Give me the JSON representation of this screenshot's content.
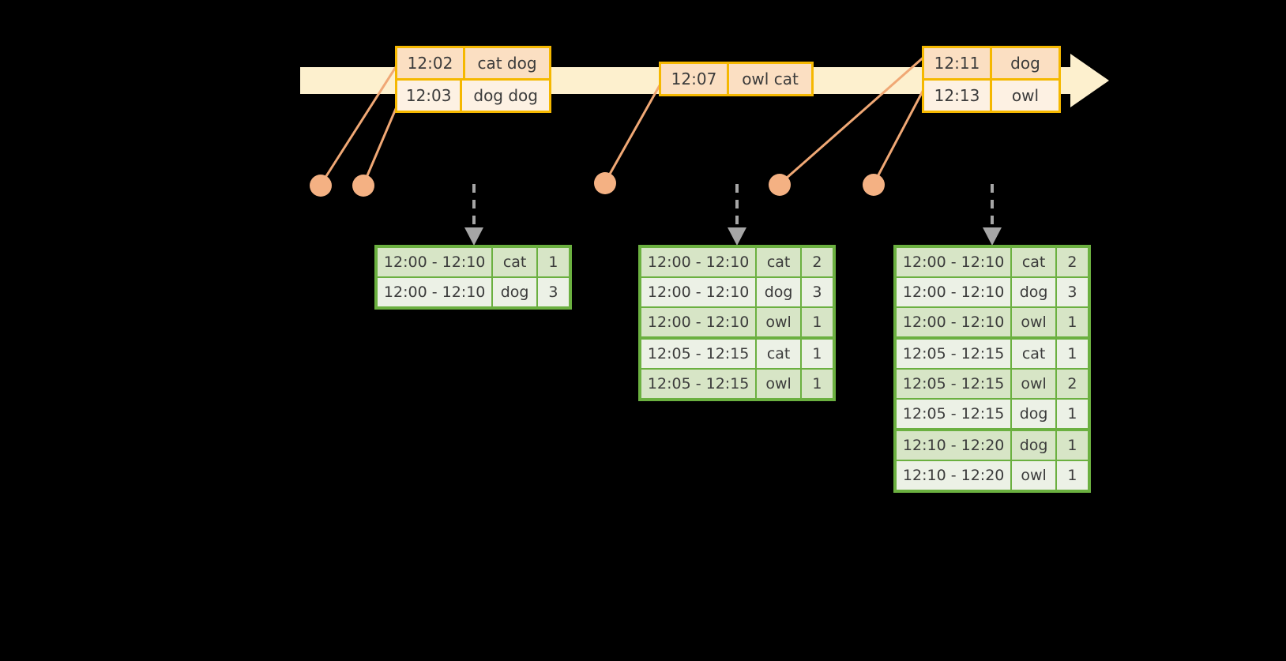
{
  "colors": {
    "background": "#000000",
    "timeline_bar": "#FDF0CE",
    "event_border": "#F5B800",
    "event_fill_dark": "#FBDFC2",
    "event_fill_light": "#FDF1E3",
    "connector": "#F0A875",
    "dot": "#F4B183",
    "table_border": "#6BB040",
    "table_fill_dark": "#D7E5C6",
    "table_fill_light": "#ECF1E6",
    "flow_arrow": "#A6A6A6",
    "text": "#3b3b3b"
  },
  "timeline": {
    "name": "event-stream-timeline",
    "events": [
      {
        "id": "event-group-1",
        "rows": [
          {
            "time": "12:02",
            "text": "cat dog"
          },
          {
            "time": "12:03",
            "text": "dog dog"
          }
        ]
      },
      {
        "id": "event-group-2",
        "rows": [
          {
            "time": "12:07",
            "text": "owl cat"
          }
        ]
      },
      {
        "id": "event-group-3",
        "rows": [
          {
            "time": "12:11",
            "text": "dog"
          },
          {
            "time": "12:13",
            "text": "owl"
          }
        ]
      }
    ]
  },
  "results": [
    {
      "id": "result-table-1",
      "rows": [
        {
          "window": "12:00 - 12:10",
          "key": "cat",
          "count": "1"
        },
        {
          "window": "12:00 - 12:10",
          "key": "dog",
          "count": "3"
        }
      ]
    },
    {
      "id": "result-table-2",
      "rows": [
        {
          "window": "12:00 - 12:10",
          "key": "cat",
          "count": "2"
        },
        {
          "window": "12:00 - 12:10",
          "key": "dog",
          "count": "3"
        },
        {
          "window": "12:00 - 12:10",
          "key": "owl",
          "count": "1"
        },
        {
          "window": "12:05 - 12:15",
          "key": "cat",
          "count": "1"
        },
        {
          "window": "12:05 - 12:15",
          "key": "owl",
          "count": "1"
        }
      ]
    },
    {
      "id": "result-table-3",
      "rows": [
        {
          "window": "12:00 - 12:10",
          "key": "cat",
          "count": "2"
        },
        {
          "window": "12:00 - 12:10",
          "key": "dog",
          "count": "3"
        },
        {
          "window": "12:00 - 12:10",
          "key": "owl",
          "count": "1"
        },
        {
          "window": "12:05 - 12:15",
          "key": "cat",
          "count": "1"
        },
        {
          "window": "12:05 - 12:15",
          "key": "owl",
          "count": "2"
        },
        {
          "window": "12:05 - 12:15",
          "key": "dog",
          "count": "1"
        },
        {
          "window": "12:10 - 12:20",
          "key": "dog",
          "count": "1"
        },
        {
          "window": "12:10 - 12:20",
          "key": "owl",
          "count": "1"
        }
      ]
    }
  ]
}
